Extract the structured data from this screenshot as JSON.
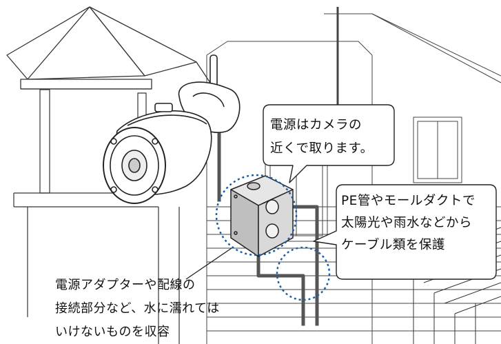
{
  "callouts": {
    "power_source": "電源はカメラの\n近くで取ります。",
    "pe_tube": "PE管やモールダクトで\n太陽光や雨水などから\nケーブル類を保護",
    "junction_box": "電源アダプターや配線の\n接続部分など、水に濡れては\nいけないものを収容"
  },
  "colors": {
    "line": "#333333",
    "conduit": "#555555",
    "highlight_dots": "#1a5fa8",
    "box_fill": "#d9d9d9"
  }
}
